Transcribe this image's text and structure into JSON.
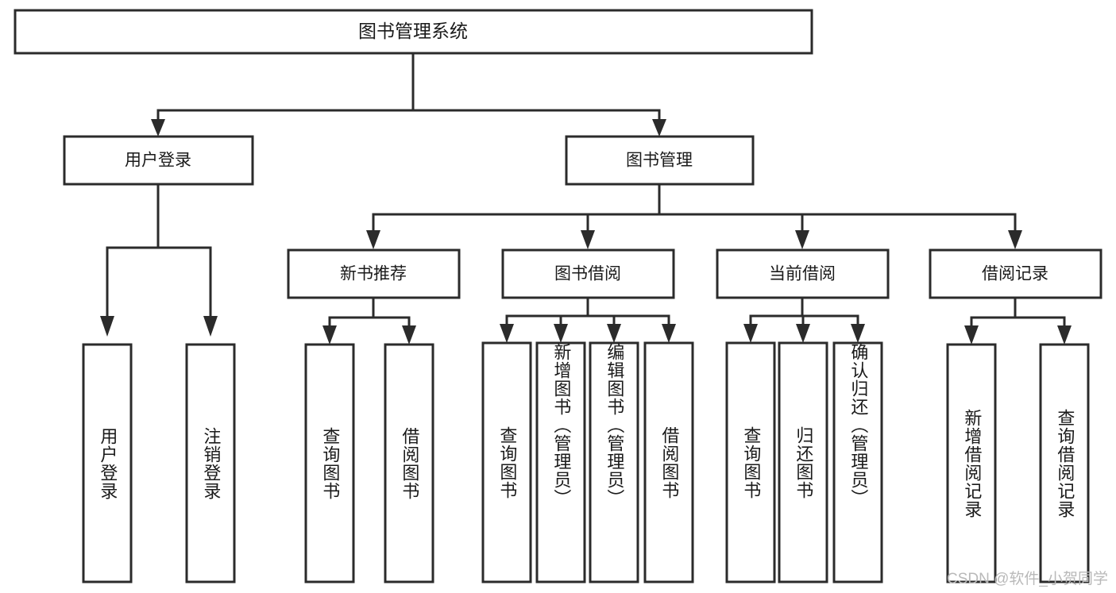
{
  "diagram": {
    "type": "tree-hierarchy",
    "root": {
      "id": "root",
      "label": "图书管理系统"
    },
    "level2": [
      {
        "id": "user-login",
        "label": "用户登录"
      },
      {
        "id": "book-manage",
        "label": "图书管理"
      }
    ],
    "level3": [
      {
        "id": "new-book-recommend",
        "label": "新书推荐",
        "parent": "book-manage"
      },
      {
        "id": "book-borrow",
        "label": "图书借阅",
        "parent": "book-manage"
      },
      {
        "id": "current-borrow",
        "label": "当前借阅",
        "parent": "book-manage"
      },
      {
        "id": "borrow-record",
        "label": "借阅记录",
        "parent": "book-manage"
      }
    ],
    "leaves": {
      "user-login": [
        {
          "id": "leaf-user-login",
          "label": "用户登录"
        },
        {
          "id": "leaf-logout",
          "label": "注销登录"
        }
      ],
      "new-book-recommend": [
        {
          "id": "leaf-query-book-1",
          "label": "查询图书"
        },
        {
          "id": "leaf-borrow-book-1",
          "label": "借阅图书"
        }
      ],
      "book-borrow": [
        {
          "id": "leaf-query-book-2",
          "label": "查询图书"
        },
        {
          "id": "leaf-add-book",
          "label": "新增图书（管理员）"
        },
        {
          "id": "leaf-edit-book",
          "label": "编辑图书（管理员）"
        },
        {
          "id": "leaf-borrow-book-2",
          "label": "借阅图书"
        }
      ],
      "current-borrow": [
        {
          "id": "leaf-query-book-3",
          "label": "查询图书"
        },
        {
          "id": "leaf-return-book",
          "label": "归还图书"
        },
        {
          "id": "leaf-confirm-return",
          "label": "确认归还（管理员）"
        }
      ],
      "borrow-record": [
        {
          "id": "leaf-add-record",
          "label": "新增借阅记录"
        },
        {
          "id": "leaf-query-record",
          "label": "查询借阅记录"
        }
      ]
    }
  },
  "watermark": {
    "text": "CSDN @软件_小贺同学"
  },
  "colors": {
    "stroke": "#2b2b2b",
    "box_fill": "#ffffff",
    "text": "#1a1a1a",
    "watermark": "#b9b9b9",
    "background": "#ffffff"
  }
}
